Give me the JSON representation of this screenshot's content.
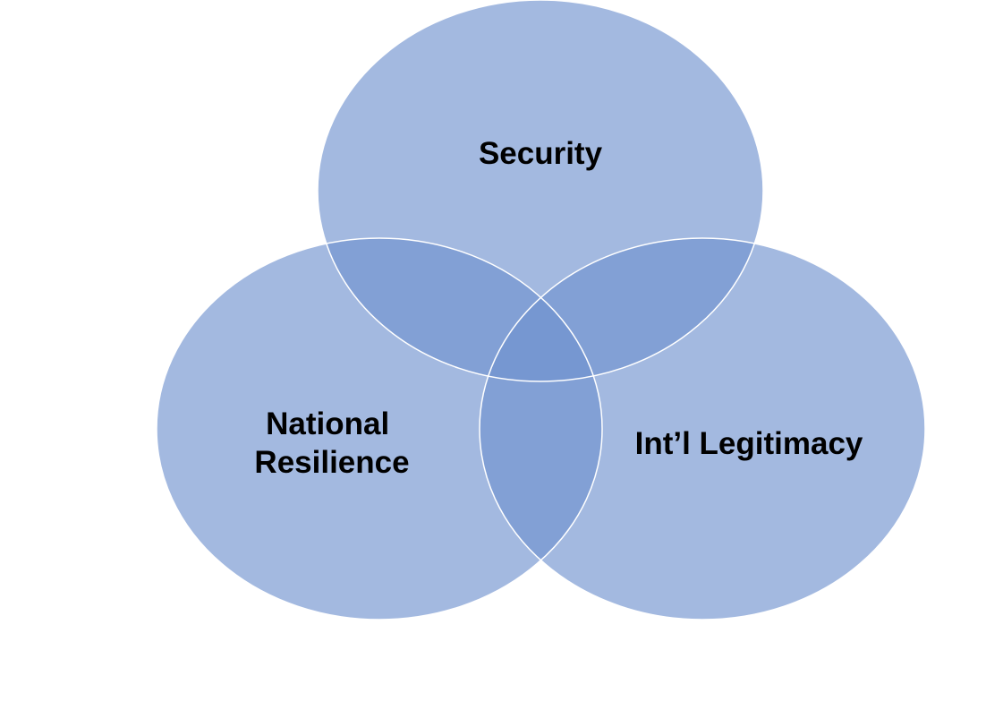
{
  "diagram": {
    "type": "venn",
    "sets": [
      {
        "id": "security",
        "lines": [
          "Security"
        ]
      },
      {
        "id": "national-resilience",
        "lines": [
          "National",
          "Resilience"
        ]
      },
      {
        "id": "intl-legitimacy",
        "lines": [
          "Int’l Legitimacy"
        ]
      }
    ],
    "colors": {
      "circle_fill": "#6f92cf",
      "circle_outline": "#ffffff",
      "label_text": "#000000",
      "background": "#ffffff"
    }
  }
}
